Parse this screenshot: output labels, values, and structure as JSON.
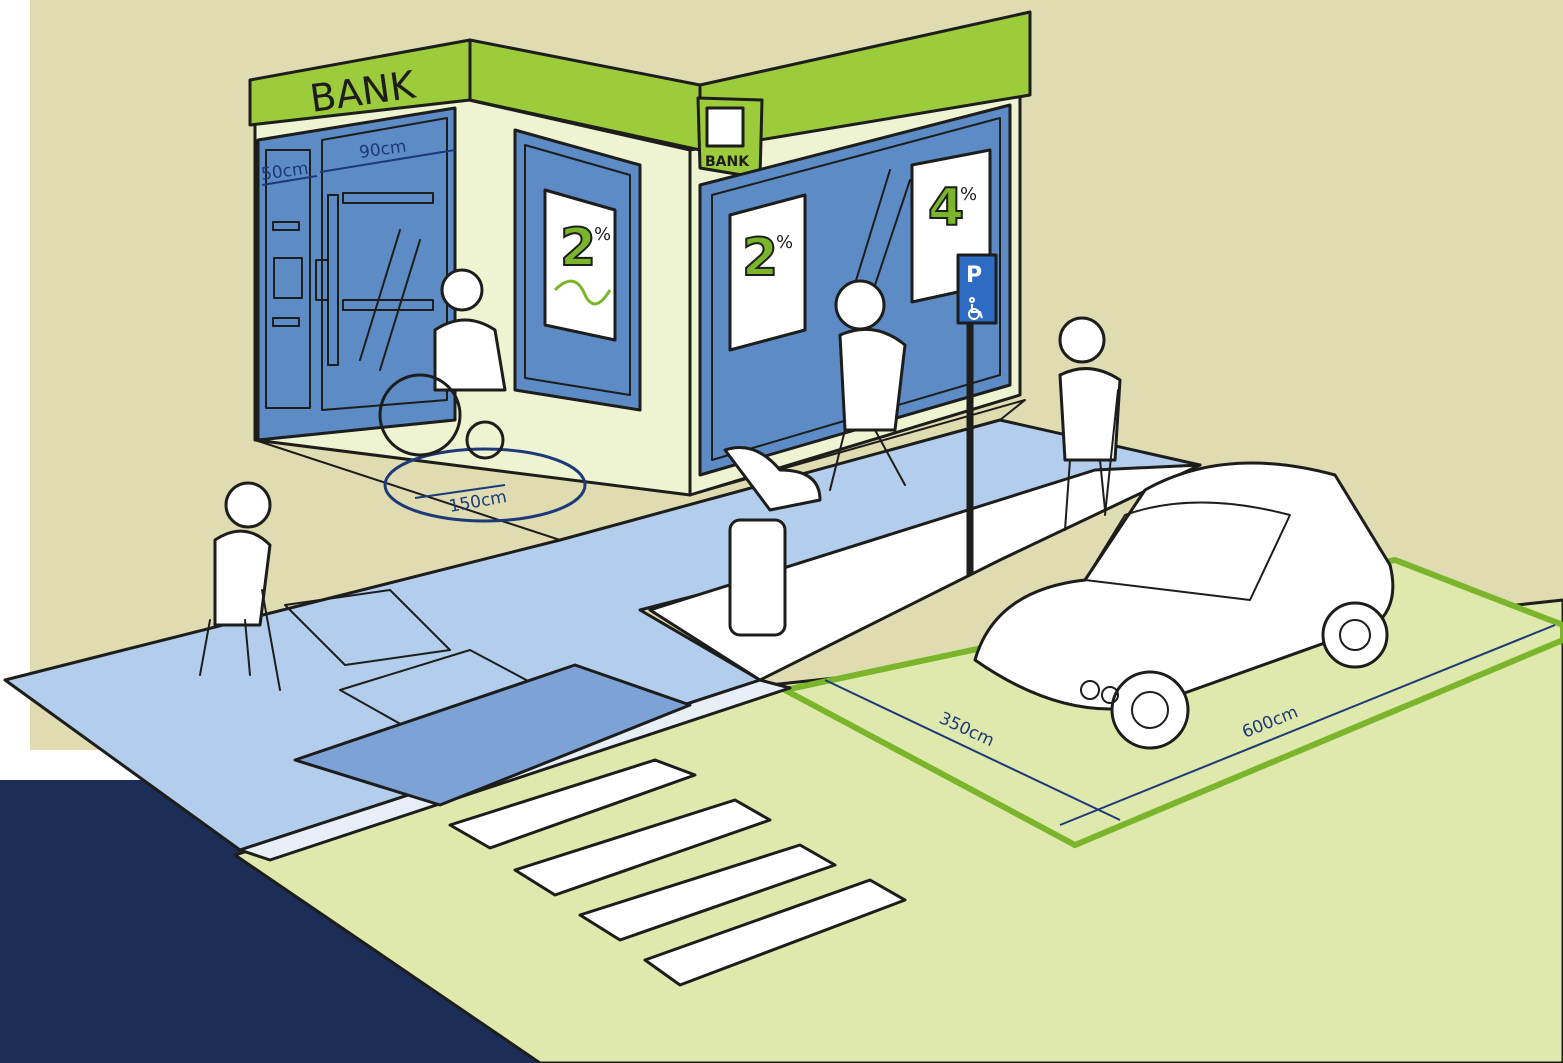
{
  "storefront": {
    "sign_text": "BANK",
    "projecting_sign_text": "BANK",
    "posters": [
      {
        "number": "2",
        "percent": "%"
      },
      {
        "number": "2",
        "percent": "%"
      },
      {
        "number": "4",
        "percent": "%"
      }
    ]
  },
  "parking_sign": {
    "letter": "P",
    "icon": "wheelchair-icon"
  },
  "dimensions": {
    "side_panel_width": "50cm",
    "door_width": "90cm",
    "turning_circle": "150cm",
    "parking_width": "350cm",
    "parking_length": "600cm"
  },
  "colors": {
    "background_top": "#dfdcb2",
    "background_bottom": "#1c2d58",
    "wall": "#eef3d2",
    "bank_green": "#9ccb3b",
    "window_frame": "#5d8bc6",
    "sidewalk_blue": "#b3cdec",
    "road_green": "#dfe9ad",
    "ramp_blue": "#7da2d6",
    "dimension_blue": "#1d3a78"
  }
}
